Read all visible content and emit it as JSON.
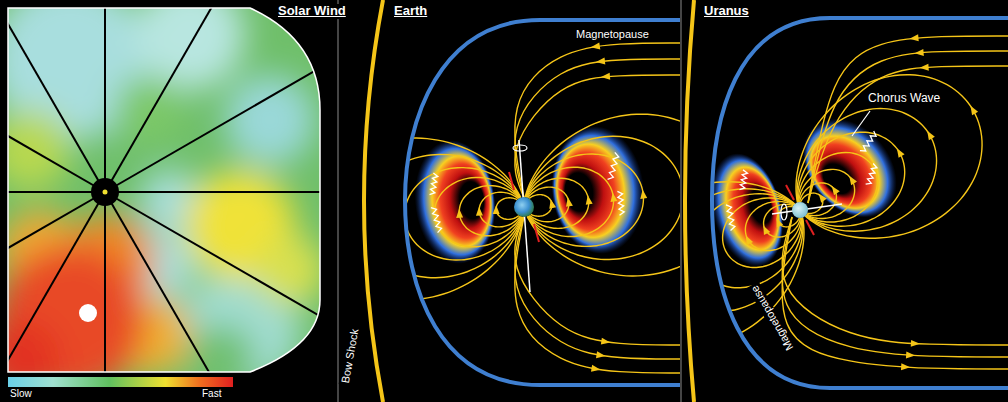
{
  "diagram": {
    "labels": [
      "Solar Wind",
      "Earth",
      "Magnetopause",
      "Bow Shock",
      "Uranus",
      "Chorus Wave",
      "Magnetopause",
      "Slow",
      "Fast"
    ]
  }
}
